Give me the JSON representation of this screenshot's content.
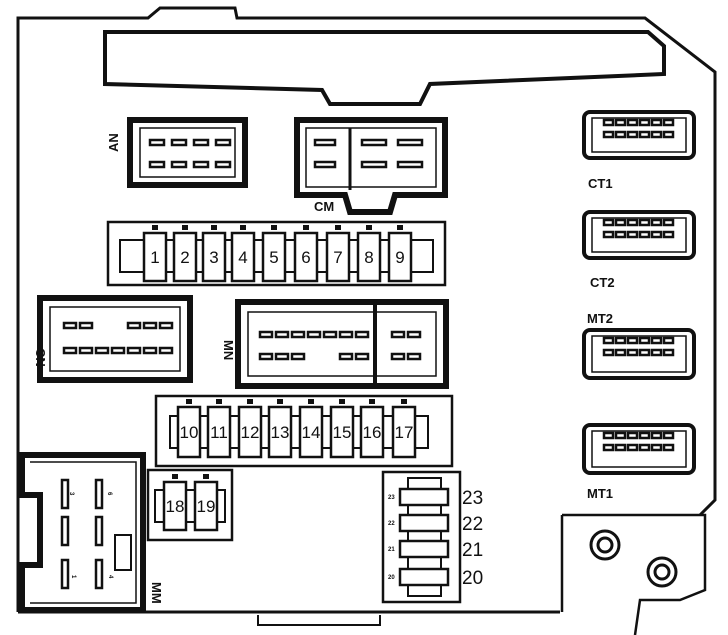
{
  "title": "Fuse box layout",
  "connectors": {
    "an": "AN",
    "cm": "CM",
    "cn": "CN",
    "mn": "MN",
    "mm": "MM",
    "ct1": "CT1",
    "ct2": "CT2",
    "mt2": "MT2",
    "mt1": "MT1"
  },
  "mm_pins": [
    "3",
    "6",
    "1",
    "4"
  ],
  "fuse_rows": {
    "row1": [
      "1",
      "2",
      "3",
      "4",
      "5",
      "6",
      "7",
      "8",
      "9"
    ],
    "row2": [
      "10",
      "11",
      "12",
      "13",
      "14",
      "15",
      "16",
      "17"
    ],
    "row3": [
      "18",
      "19"
    ],
    "row4": [
      "23",
      "22",
      "21",
      "20"
    ]
  },
  "colors": {
    "line": "#111111",
    "background": "#ffffff"
  }
}
